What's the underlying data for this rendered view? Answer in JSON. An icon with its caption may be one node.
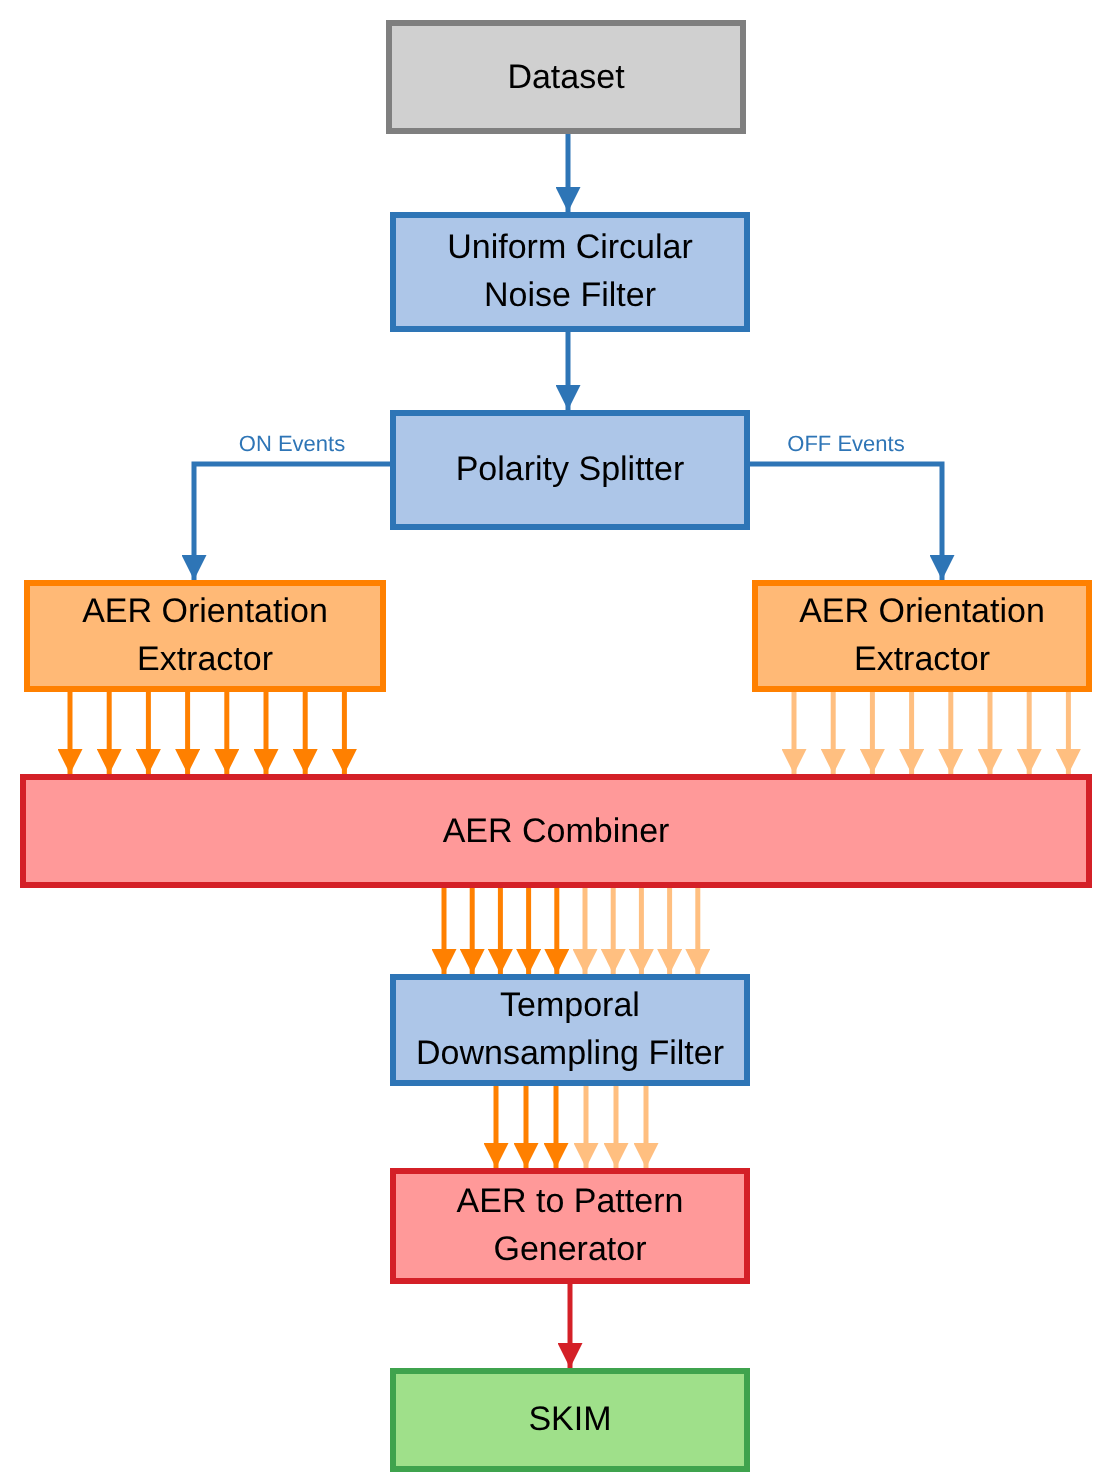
{
  "diagram": {
    "nodes": [
      {
        "text": [
          "Dataset"
        ]
      },
      {
        "text": [
          "Uniform Circular Noise Filter"
        ]
      },
      {
        "text": [
          "Polarity Splitter"
        ]
      },
      {
        "text": [
          "AER Orientation Extractor"
        ]
      },
      {
        "text": [
          "AER Orientation Extractor"
        ]
      },
      {
        "text": [
          "AER Combiner"
        ]
      },
      {
        "text": [
          "Temporal Downsampling Filter"
        ]
      },
      {
        "text": [
          "AER to Pattern Generator"
        ]
      },
      {
        "text": [
          "SKIM"
        ]
      }
    ],
    "edges": [
      {
        "from": 0,
        "to": 1,
        "arrow": "to",
        "color": "#2e75b6"
      },
      {
        "from": 1,
        "to": 2,
        "arrow": "to",
        "color": "#2e75b6"
      },
      {
        "from": 2,
        "to": 3,
        "arrow": "to",
        "label": "ON Events",
        "color": "#2e75b6"
      },
      {
        "from": 2,
        "to": 4,
        "arrow": "to",
        "label": "OFF Events",
        "color": "#2e75b6"
      },
      {
        "from": 3,
        "to": 5,
        "arrow": "to",
        "color": "#ff8000"
      },
      {
        "from": 3,
        "to": 5,
        "arrow": "to",
        "color": "#ff8000"
      },
      {
        "from": 3,
        "to": 5,
        "arrow": "to",
        "color": "#ff8000"
      },
      {
        "from": 3,
        "to": 5,
        "arrow": "to",
        "color": "#ff8000"
      },
      {
        "from": 3,
        "to": 5,
        "arrow": "to",
        "color": "#ff8000"
      },
      {
        "from": 3,
        "to": 5,
        "arrow": "to",
        "color": "#ff8000"
      },
      {
        "from": 3,
        "to": 5,
        "arrow": "to",
        "color": "#ff8000"
      },
      {
        "from": 3,
        "to": 5,
        "arrow": "to",
        "color": "#ff8000"
      },
      {
        "from": 4,
        "to": 5,
        "arrow": "to",
        "color": "#ffbf80"
      },
      {
        "from": 4,
        "to": 5,
        "arrow": "to",
        "color": "#ffbf80"
      },
      {
        "from": 4,
        "to": 5,
        "arrow": "to",
        "color": "#ffbf80"
      },
      {
        "from": 4,
        "to": 5,
        "arrow": "to",
        "color": "#ffbf80"
      },
      {
        "from": 4,
        "to": 5,
        "arrow": "to",
        "color": "#ffbf80"
      },
      {
        "from": 4,
        "to": 5,
        "arrow": "to",
        "color": "#ffbf80"
      },
      {
        "from": 4,
        "to": 5,
        "arrow": "to",
        "color": "#ffbf80"
      },
      {
        "from": 4,
        "to": 5,
        "arrow": "to",
        "color": "#ffbf80"
      },
      {
        "from": 5,
        "to": 6,
        "arrow": "to",
        "color": "#ff8000"
      },
      {
        "from": 5,
        "to": 6,
        "arrow": "to",
        "color": "#ff8000"
      },
      {
        "from": 5,
        "to": 6,
        "arrow": "to",
        "color": "#ff8000"
      },
      {
        "from": 5,
        "to": 6,
        "arrow": "to",
        "color": "#ff8000"
      },
      {
        "from": 5,
        "to": 6,
        "arrow": "to",
        "color": "#ff8000"
      },
      {
        "from": 5,
        "to": 6,
        "arrow": "to",
        "color": "#ffbf80"
      },
      {
        "from": 5,
        "to": 6,
        "arrow": "to",
        "color": "#ffbf80"
      },
      {
        "from": 5,
        "to": 6,
        "arrow": "to",
        "color": "#ffbf80"
      },
      {
        "from": 5,
        "to": 6,
        "arrow": "to",
        "color": "#ffbf80"
      },
      {
        "from": 5,
        "to": 6,
        "arrow": "to",
        "color": "#ffbf80"
      },
      {
        "from": 6,
        "to": 7,
        "arrow": "to",
        "color": "#ff8000"
      },
      {
        "from": 6,
        "to": 7,
        "arrow": "to",
        "color": "#ff8000"
      },
      {
        "from": 6,
        "to": 7,
        "arrow": "to",
        "color": "#ff8000"
      },
      {
        "from": 6,
        "to": 7,
        "arrow": "to",
        "color": "#ffbf80"
      },
      {
        "from": 6,
        "to": 7,
        "arrow": "to",
        "color": "#ffbf80"
      },
      {
        "from": 6,
        "to": 7,
        "arrow": "to",
        "color": "#ffbf80"
      },
      {
        "from": 7,
        "to": 8,
        "arrow": "to",
        "color": "#d42027"
      }
    ]
  }
}
